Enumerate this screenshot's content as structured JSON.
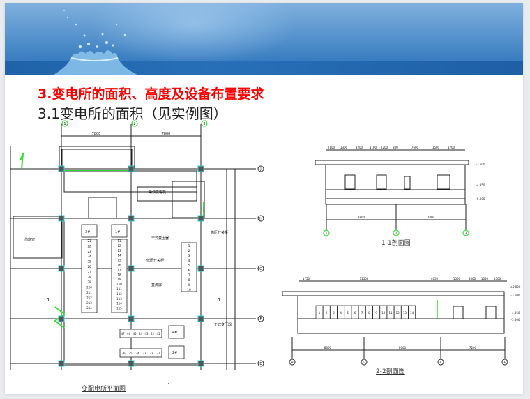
{
  "slide": {
    "heading": "3.变电所的面积、高度及设备布置要求",
    "subheading": "3.1变电所的面积（见实例图）"
  },
  "plan": {
    "caption": "变配电所平面图",
    "axis_top": [
      "1",
      "2",
      "3"
    ],
    "axis_right": [
      "J",
      "H",
      "G",
      "F",
      "E"
    ],
    "top_dims": [
      "7800",
      "7800"
    ],
    "labels": {
      "transformer_top": "干式变压器",
      "hv_switch": "高压开关柜",
      "lv_switch": "低压开关柜",
      "dc_screen": "直流屏",
      "transformer_bottom": "干式变压器",
      "duty_room": "值班室",
      "generator": "柴油发电机",
      "t1": "1#",
      "t2": "2#",
      "t3": "3#",
      "t4": "4#"
    },
    "hv_cabinets": [
      "1",
      "2",
      "3",
      "4",
      "5",
      "6",
      "7",
      "8",
      "9",
      "10"
    ],
    "lv_left": [
      "21",
      "22",
      "23",
      "24",
      "25",
      "26",
      "27",
      "28",
      "29",
      "210",
      "211",
      "212",
      "213",
      "214"
    ],
    "lv_right": [
      "11",
      "12",
      "13",
      "14",
      "15",
      "16",
      "17",
      "18",
      "19",
      "110",
      "111",
      "112",
      "113",
      "114",
      "115"
    ],
    "bottom_row_top": [
      "47",
      "46",
      "45",
      "44",
      "43",
      "42",
      "41"
    ],
    "bottom_row_bottom": [
      "36",
      "35",
      "34",
      "33",
      "32",
      "31"
    ],
    "section_marks": [
      "1",
      "1",
      "2"
    ]
  },
  "section1": {
    "caption": "1-1剖面图",
    "dims": [
      "2100",
      "1300",
      "3200",
      "1100",
      "2200",
      "800",
      "7600",
      "1500",
      "1700"
    ],
    "bottom_dims": [
      "7800",
      "7800"
    ],
    "axes": [
      "1",
      "2",
      "3"
    ],
    "levels": [
      "-3.600",
      "-4.350",
      "-5.000"
    ]
  },
  "section2": {
    "caption": "2-2剖面图",
    "dims": [
      "1750",
      "11500",
      "4650",
      "1500",
      "3300",
      "1050",
      "1500"
    ],
    "bottom_dims": [
      "8000",
      "8000",
      "7200"
    ],
    "axes": [
      "H",
      "G",
      "F",
      "E"
    ],
    "cabinets": [
      "1",
      "2",
      "3",
      "4",
      "5",
      "6",
      "7",
      "8",
      "9",
      "10",
      "11",
      "12",
      "13",
      "14"
    ],
    "levels": [
      "±0.000",
      "-3.600",
      "-4.350",
      "-5.000"
    ]
  },
  "colors": {
    "heading": "#ff0000",
    "banner": "#3b7ec1",
    "accent_green": "#33dd33",
    "column_cyan": "#33cccc"
  }
}
